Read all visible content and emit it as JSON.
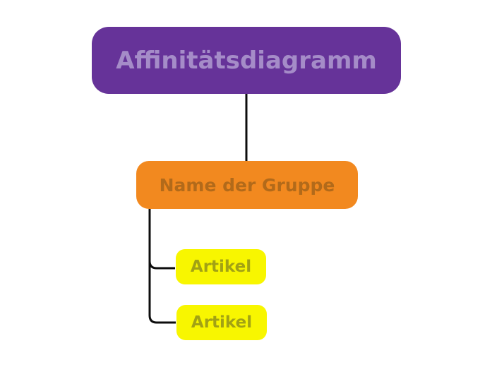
{
  "diagram": {
    "root": {
      "label": "Affinitätsdiagramm"
    },
    "group": {
      "label": "Name der Gruppe"
    },
    "articles": [
      {
        "label": "Artikel"
      },
      {
        "label": "Artikel"
      }
    ]
  },
  "colors": {
    "root_background": "#663399",
    "root_text": "#A58CC8",
    "group_background": "#F2891F",
    "group_text": "#B26A1A",
    "article_background": "#F8F600",
    "article_text": "#A2A214",
    "connector": "#0D0D0D",
    "canvas_background": "#FFFFFF"
  }
}
